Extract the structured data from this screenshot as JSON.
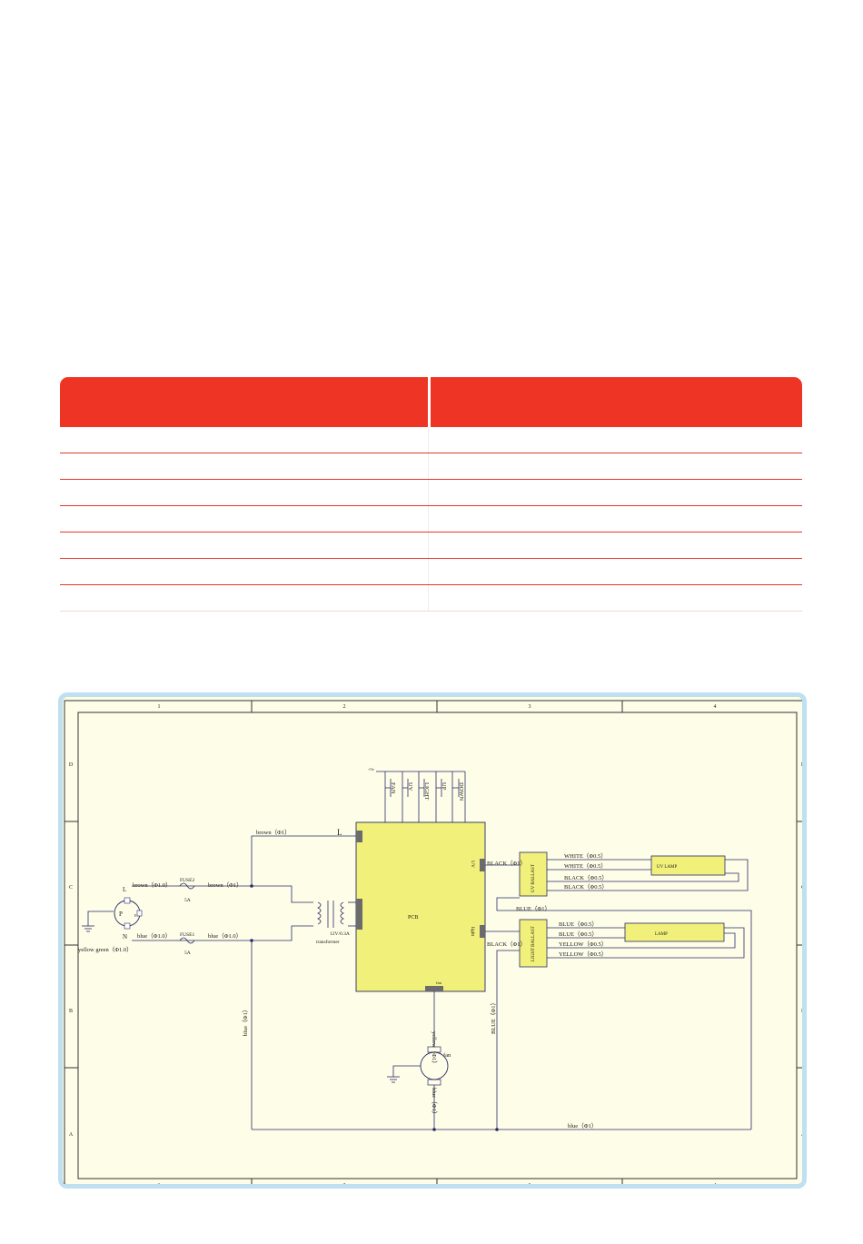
{
  "spec_table": {
    "headers": [
      "",
      ""
    ],
    "rows": [
      [
        "",
        ""
      ],
      [
        "",
        ""
      ],
      [
        "",
        ""
      ],
      [
        "",
        ""
      ],
      [
        "",
        ""
      ],
      [
        "",
        ""
      ],
      [
        "",
        ""
      ]
    ]
  },
  "schematic": {
    "columns": [
      "1",
      "2",
      "3",
      "4"
    ],
    "rows": [
      "D",
      "C",
      "B",
      "A"
    ],
    "plug": {
      "p": "P",
      "l": "L",
      "n": "N",
      "e": "E"
    },
    "wire_brown_top": "brown（Φ1）",
    "label_L": "L",
    "wire_brown_plug": "brown（Φ1.0）",
    "wire_brown_fuse": "brown（Φ1）",
    "fuse2": "FUSE2",
    "fuse2_rating": "5A",
    "fuse1": "FUSE1",
    "fuse1_rating": "5A",
    "wire_blue_plug": "blue（Φ1.0）",
    "wire_blue_fuse": "blue（Φ1.0）",
    "wire_yellow_green": "yellow green（Φ1.0）",
    "transformer_rating": "12V/0.3A",
    "transformer": "transformer",
    "pcb": "PCB",
    "switch_supply": "+5v",
    "switches": [
      "FAN",
      "UV",
      "LIGHT",
      "UP",
      "DOWN"
    ],
    "pin_uv": "UV",
    "pin_light": "light",
    "pin_fan": "fan",
    "uv_ballast": "UV BALLAST",
    "light_ballast": "LIGHT BALLAST",
    "uv_lamp": "UV LAMP",
    "lamp": "LAMP",
    "wire_uv_black": "BLACK（Φ1）",
    "wire_light_black": "BLACK（Φ1）",
    "wire_blue_mid": "BLUE（Φ1）",
    "uv_lamp_wires": [
      "WHITE（Φ0.5）",
      "WHITE（Φ0.5）",
      "BLACK（Φ0.5）",
      "BLACK（Φ0.5）"
    ],
    "lamp_wires": [
      "BLUE（Φ0.5）",
      "BLUE（Φ0.5）",
      "YELLOW（Φ0.5）",
      "YELLOW（Φ0.5）"
    ],
    "wire_blue_left_vertical": "blue（Φ1）",
    "wire_yellow_fan": "yellow（Φ1）",
    "fan": "fan",
    "wire_blue_fan": "blue（Φ1）",
    "wire_blue_right_vertical": "BLUE（Φ1）",
    "wire_blue_bottom": "blue（Φ1）"
  },
  "colors": {
    "table_header": "#ee3424",
    "table_rule": "#e8362a",
    "frame_border": "#bfe0f0",
    "sheet_background": "#fdfde8",
    "component_fill": "#f0f07a",
    "connector": "#6b6b6b",
    "wire": "#2b2b6a"
  }
}
